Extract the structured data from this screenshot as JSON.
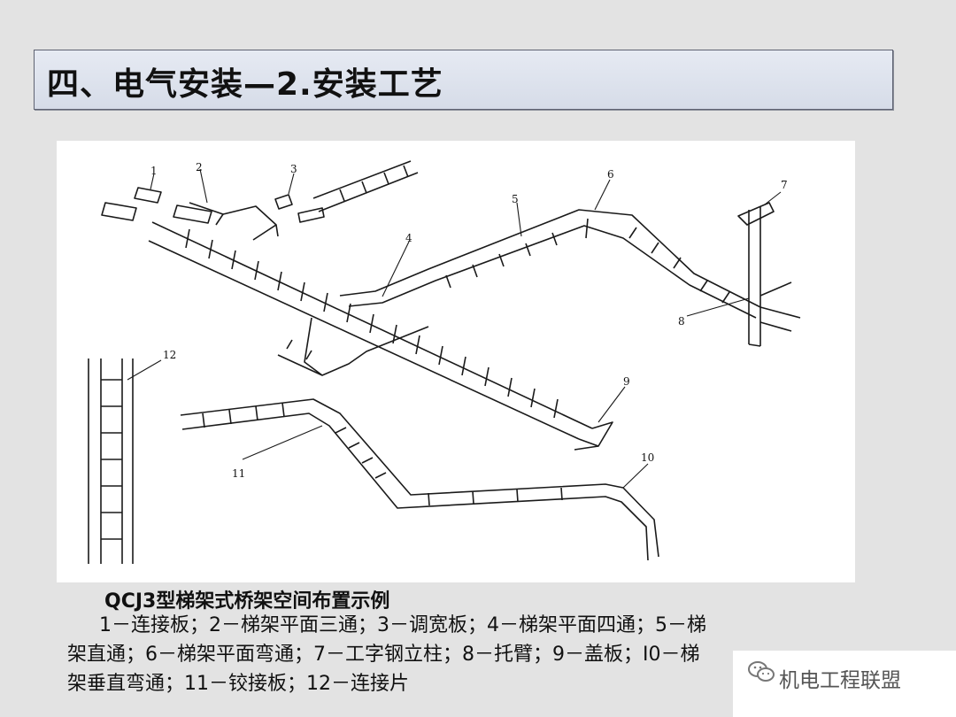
{
  "slide": {
    "title": "四、电气安装—2.安装工艺"
  },
  "figure": {
    "callouts": [
      "1",
      "2",
      "3",
      "4",
      "5",
      "6",
      "7",
      "8",
      "9",
      "10",
      "11",
      "12"
    ]
  },
  "caption": {
    "title": "QCJ3型梯架式桥架空间布置示例",
    "line1": "1－连接板；2－梯架平面三通；3－调宽板；4－梯架平面四通；5－梯",
    "line2": "架直通；6－梯架平面弯通；7－工字钢立柱；8－托臂；9－盖板；I0－梯",
    "line3": "架垂直弯通；11－铰接板；12－连接片"
  },
  "watermark": {
    "text": "机电工程联盟",
    "icon": "wechat-icon"
  },
  "colors": {
    "background": "#e3e3e3",
    "title_bar": "#dde2ec",
    "title_border": "#5f6372",
    "drawing": "#1a1a1a"
  }
}
